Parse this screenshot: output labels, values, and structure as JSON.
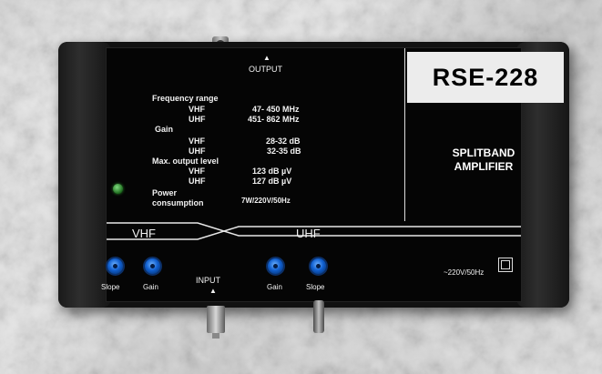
{
  "device": {
    "model": "RSE-228",
    "product_line1": "SPLITBAND",
    "product_line2": "AMPLIFIER",
    "output_label": "OUTPUT",
    "input_label": "INPUT",
    "freq_heading": "Frequency range",
    "freq_vhf_label": "VHF",
    "freq_vhf_value": "47- 450 MHz",
    "freq_uhf_label": "UHF",
    "freq_uhf_value": "451- 862 MHz",
    "gain_heading": "Gain",
    "gain_vhf_label": "VHF",
    "gain_vhf_value": "28-32 dB",
    "gain_uhf_label": "UHF",
    "gain_uhf_value": "32-35 dB",
    "level_heading": "Max.  output  level",
    "level_vhf_label": "VHF",
    "level_vhf_value": "123 dB µV",
    "level_uhf_label": "UHF",
    "level_uhf_value": "127 dB µV",
    "power_heading1": "Power",
    "power_heading2": "consumption",
    "power_value": "7W/220V/50Hz",
    "band_vhf": "VHF",
    "band_uhf": "UHF",
    "knob_slope1": "Slope",
    "knob_gain1": "Gain",
    "knob_gain2": "Gain",
    "knob_slope2": "Slope",
    "mains": "~220V/50Hz"
  }
}
